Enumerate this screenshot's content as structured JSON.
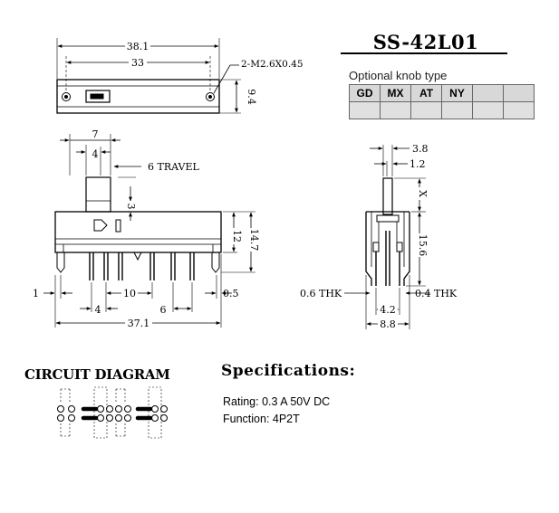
{
  "title": "SS-42L01",
  "optional_knob": {
    "label": "Optional knob type",
    "types": [
      "GD",
      "MX",
      "AT",
      "NY",
      "",
      ""
    ]
  },
  "top_view": {
    "dim_overall": "38.1",
    "dim_holes": "33",
    "dim_height": "9.4",
    "hole_callout": "2-M2.6X0.45"
  },
  "front_view": {
    "dim_knob_7": "7",
    "dim_knob_4": "4",
    "travel": "6 TRAVEL",
    "dim_3": "3",
    "dim_12": "12",
    "dim_14_7": "14.7",
    "dim_1": "1",
    "dim_10": "10",
    "dim_0_5": "0.5",
    "dim_4": "4",
    "dim_6": "6",
    "dim_37_1": "37.1"
  },
  "side_view": {
    "dim_3_8": "3.8",
    "dim_1_2": "1.2",
    "dim_x": "X",
    "dim_15_6": "15.6",
    "thk_left": "0.6 THK",
    "thk_right": "0.4 THK",
    "dim_4_2": "4.2",
    "dim_8_8": "8.8"
  },
  "circuit": {
    "title": "CIRCUIT DIAGRAM"
  },
  "specifications": {
    "title": "Specifications:",
    "rating": "Rating: 0.3 A 50V DC",
    "function": "Function: 4P2T"
  }
}
